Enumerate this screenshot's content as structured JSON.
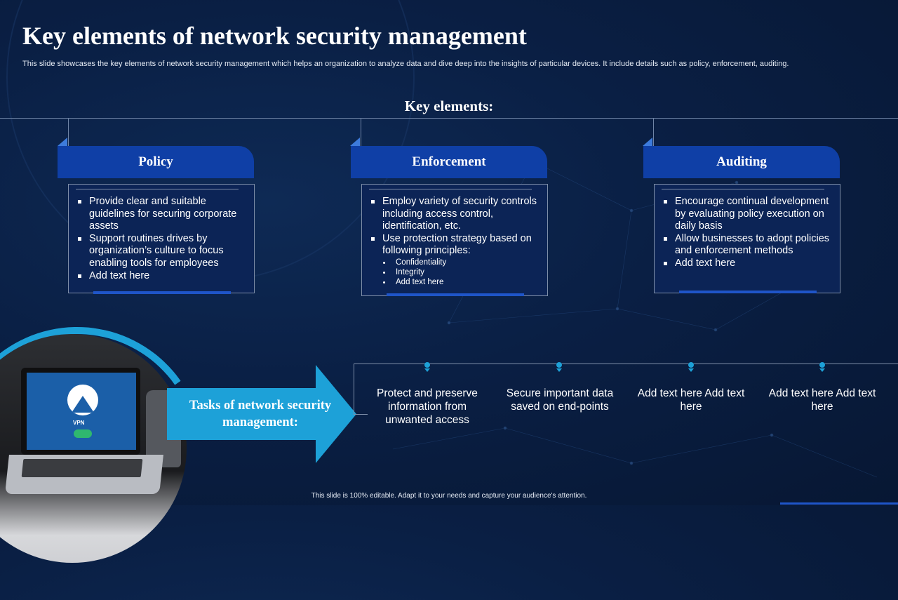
{
  "slide": {
    "title": "Key elements of network security management",
    "subtitle": "This slide showcases the key elements of network security management which helps an organization to analyze  data and dive deep into the insights of particular devices. It include details such as policy, enforcement, auditing.",
    "section_label": "Key elements:",
    "footer": "This slide is 100% editable.  Adapt it to your needs and capture your audience's attention."
  },
  "cards": [
    {
      "heading": "Policy",
      "bullets": [
        "Provide clear and suitable guidelines for securing corporate assets",
        "Support routines drives by organization’s culture to focus enabling tools for employees",
        "Add text here"
      ],
      "sub_bullets": []
    },
    {
      "heading": "Enforcement",
      "bullets": [
        "Employ variety of security controls including access control, identification, etc.",
        "Use protection strategy based on following principles:"
      ],
      "sub_bullets": [
        "Confidentiality",
        "Integrity",
        "Add text here"
      ]
    },
    {
      "heading": "Auditing",
      "bullets": [
        "Encourage continual development by evaluating policy execution on daily basis",
        "Allow businesses to adopt policies and enforcement methods",
        "Add text here"
      ],
      "sub_bullets": []
    }
  ],
  "tasks": {
    "arrow_label": "Tasks of network security management:",
    "items": [
      "Protect and preserve information from unwanted access",
      "Secure important data saved on end-points",
      "Add text here Add text here",
      "Add text here Add text here"
    ]
  },
  "image": {
    "vpn_label": "VPN",
    "icons": [
      "vpn-logo-icon",
      "toggle-icon"
    ]
  },
  "colors": {
    "background": "#0a1f44",
    "card_header": "#0f3fa6",
    "card_body": "#0c2456",
    "accent_cyan": "#1da1d8",
    "accent_blue": "#1f55c8"
  }
}
